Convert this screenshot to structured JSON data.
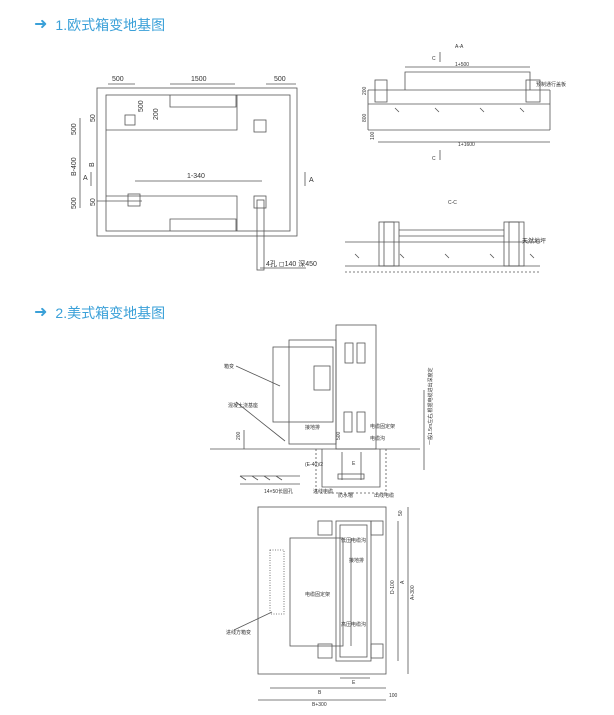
{
  "section1": {
    "arrow_icon": "right-arrow-icon",
    "title": "1.欧式箱变地基图"
  },
  "section2": {
    "arrow_icon": "right-arrow-icon",
    "title": "2.美式箱变地基图"
  },
  "plan": {
    "dim_top_left": "500",
    "dim_top_mid": "1500",
    "dim_top_right": "500",
    "dim_500_v1": "500",
    "dim_200": "200",
    "dim_500_left_a": "500",
    "dim_50_a": "50",
    "dim_b400": "B-400",
    "dim_b": "B",
    "dim_500_left_b": "500",
    "dim_50_b": "50",
    "dim_l340": "1-340",
    "section_mark_left": "A",
    "section_mark_right": "A",
    "hole_note": "4孔 ◻140 深450"
  },
  "section_aa": {
    "title": "A-A",
    "c_mark_top": "C",
    "dim_top": "1+500",
    "dim_bottom": "1+1600",
    "note_right": "预制通行盖板",
    "dim_200": "200",
    "dim_800": "800",
    "dim_100": "100",
    "c_mark_bottom": "C"
  },
  "section_cc": {
    "title": "C-C",
    "ground_label": "天然地坪"
  },
  "us": {
    "label_box": "箱变",
    "label_concrete": "混凝土浇基座",
    "label_ground_bar": "接地排",
    "label_cable_fix": "电缆固定架",
    "label_cable_trench": "电缆沟",
    "label_depth_note": "一般1.5m左右,根据电缆进出深度定",
    "label_dim_200": "200",
    "label_dim_500": "500",
    "label_dim_e": "E",
    "label_e402": "(E-40)/2",
    "label_pipe_note": "14×50长圆孔",
    "label_in_cable": "进线电缆",
    "label_waterproof": "防水槽",
    "label_out_cable": "出线电缆",
    "label_hv_trench": "低压电缆沟",
    "label_ground_bar2": "接地排",
    "label_fix2": "电缆固定架",
    "label_lv_trench": "高压电缆沟",
    "label_in_box": "进线方箱变",
    "label_d100": "D-100",
    "label_a": "A",
    "label_a300": "A+300",
    "label_e": "E",
    "label_b": "B",
    "label_b300": "B+300",
    "label_100": "100",
    "label_50": "50"
  }
}
